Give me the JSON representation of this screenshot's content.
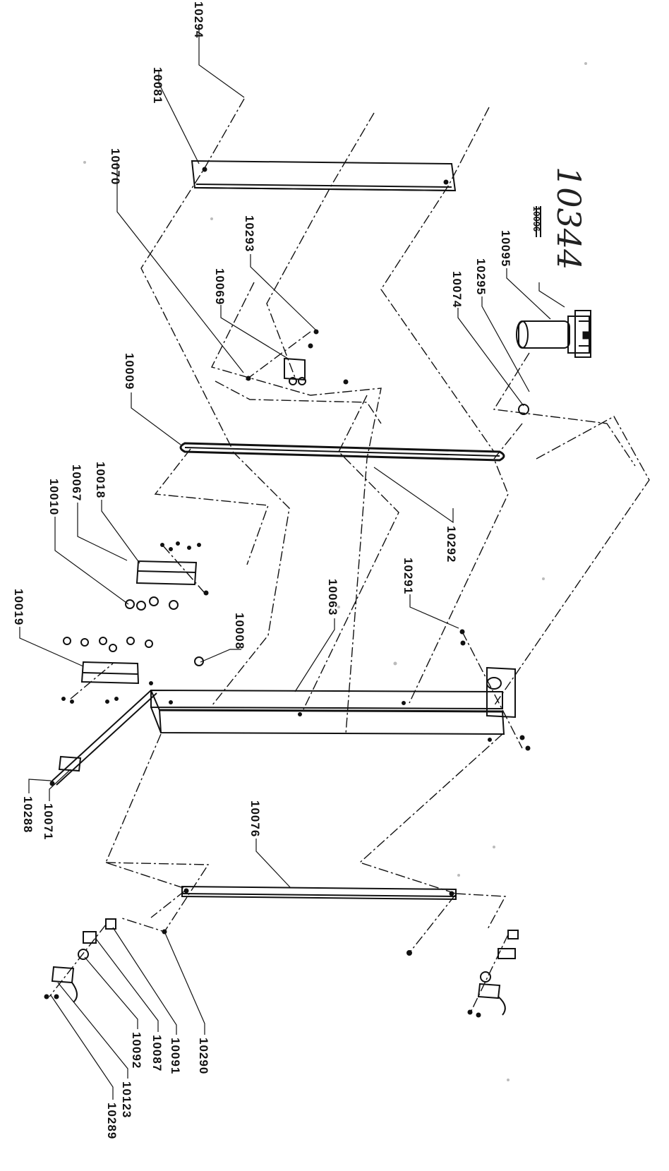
{
  "handwritten_note": "10344",
  "struck_label": "10096",
  "callouts": [
    {
      "id": "l-10081",
      "text": "10081"
    },
    {
      "id": "l-10294",
      "text": "10294"
    },
    {
      "id": "l-10070",
      "text": "10070"
    },
    {
      "id": "l-10293",
      "text": "10293"
    },
    {
      "id": "l-10069",
      "text": "10069"
    },
    {
      "id": "l-10095",
      "text": "10095"
    },
    {
      "id": "l-10074",
      "text": "10074"
    },
    {
      "id": "l-10295",
      "text": "10295"
    },
    {
      "id": "l-10009",
      "text": "10009"
    },
    {
      "id": "l-10292",
      "text": "10292"
    },
    {
      "id": "l-10010",
      "text": "10010"
    },
    {
      "id": "l-10067",
      "text": "10067"
    },
    {
      "id": "l-10018",
      "text": "10018"
    },
    {
      "id": "l-10019",
      "text": "10019"
    },
    {
      "id": "l-10008",
      "text": "10008"
    },
    {
      "id": "l-10063",
      "text": "10063"
    },
    {
      "id": "l-10291",
      "text": "10291"
    },
    {
      "id": "l-10288",
      "text": "10288"
    },
    {
      "id": "l-10071",
      "text": "10071"
    },
    {
      "id": "l-10076",
      "text": "10076"
    },
    {
      "id": "l-10289",
      "text": "10289"
    },
    {
      "id": "l-10123",
      "text": "10123"
    },
    {
      "id": "l-10092",
      "text": "10092"
    },
    {
      "id": "l-10087",
      "text": "10087"
    },
    {
      "id": "l-10091",
      "text": "10091"
    },
    {
      "id": "l-10290",
      "text": "10290"
    }
  ]
}
